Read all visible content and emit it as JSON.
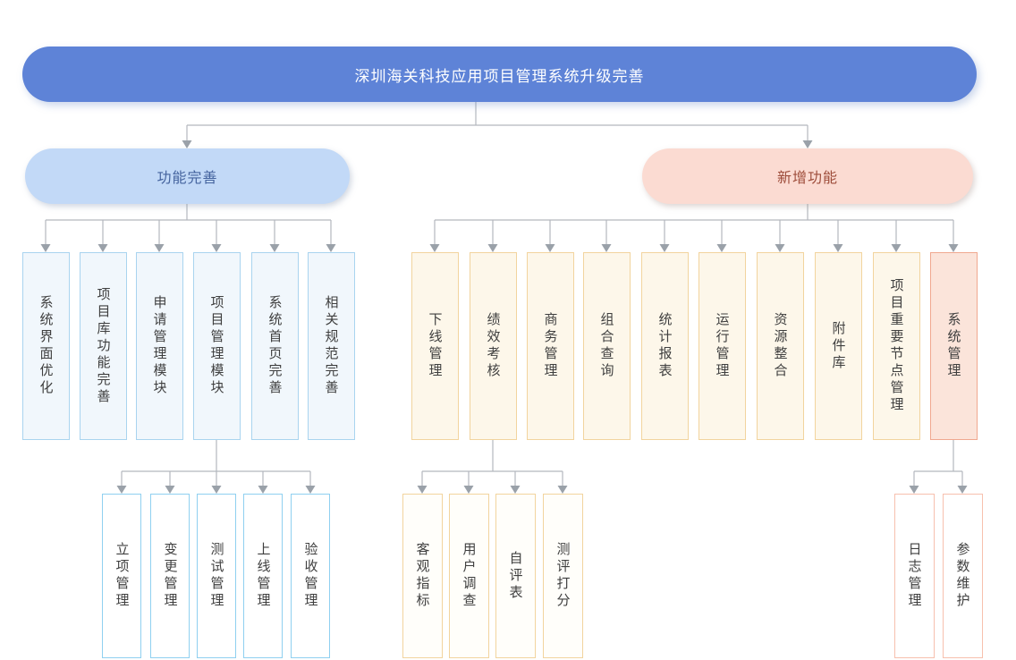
{
  "diagram": {
    "root_label": "深圳海关科技应用项目管理系统升级完善",
    "branch_left_label": "功能完善",
    "branch_right_label": "新增功能",
    "left_children": [
      "系统界面优化",
      "项目库功能完善",
      "申请管理模块",
      "项目管理模块",
      "系统首页完善",
      "相关规范完善"
    ],
    "project_mgmt_children": [
      "立项管理",
      "变更管理",
      "测试管理",
      "上线管理",
      "验收管理"
    ],
    "right_children": [
      "下线管理",
      "绩效考核",
      "商务管理",
      "组合查询",
      "统计报表",
      "运行管理",
      "资源整合",
      "附件库",
      "项目重要节点管理",
      "系统管理"
    ],
    "performance_children": [
      "客观指标",
      "用户调查",
      "自评表",
      "测评打分"
    ],
    "system_mgmt_children": [
      "日志管理",
      "参数维护"
    ],
    "palette": {
      "root_fill": "#5e83d7",
      "root_text": "#ffffff",
      "branch_left_fill": "#c2d9f7",
      "branch_left_text": "#44639e",
      "branch_right_fill": "#fbdbd2",
      "branch_right_text": "#9e4d3b",
      "blue_box_border": "#a9d4ef",
      "blue_box_fill": "#f1f7fc",
      "cyan_box_border": "#8fd0f0",
      "orange_box_border": "#f2d49e",
      "orange_box_fill": "#fdf7ea",
      "pink_box_border": "#f0a88f",
      "pink_box_fill": "#fbe4da",
      "pink_leaf_border": "#f7c0ae",
      "connector_line": "#b3b8be",
      "connector_arrow": "#9aa1a9",
      "node_text": "#3f3f3f"
    }
  }
}
